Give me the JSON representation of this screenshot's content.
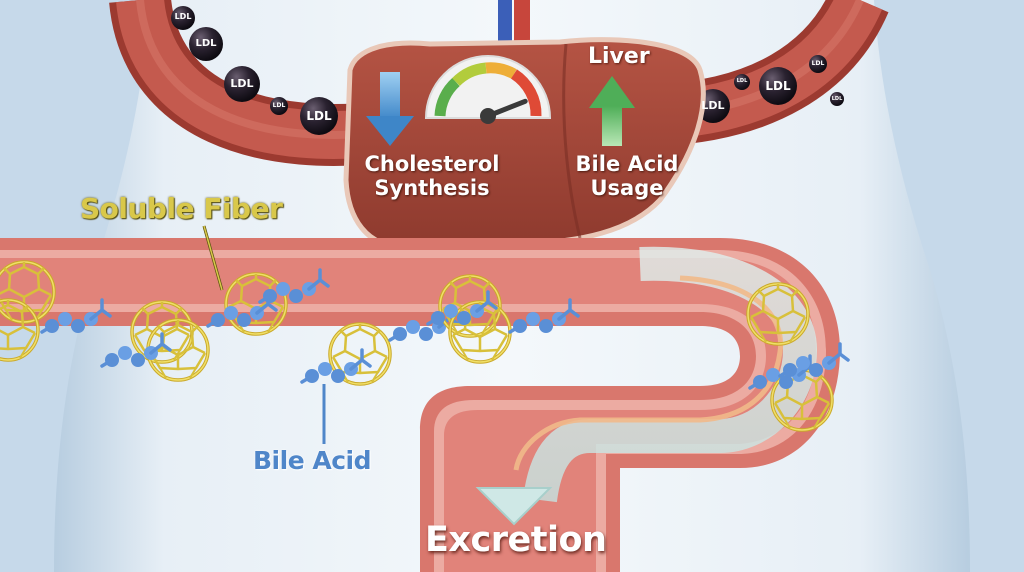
{
  "labels": {
    "liver": "Liver",
    "cholesterol_line1": "Cholesterol",
    "cholesterol_line2": "Synthesis",
    "bile_usage_line1": "Bile Acid",
    "bile_usage_line2": "Usage",
    "soluble_fiber": "Soluble Fiber",
    "bile_acid": "Bile Acid",
    "excretion": "Excretion"
  },
  "ldl_particles": [
    "LDL",
    "LDL",
    "LDL",
    "LDL",
    "LDL",
    "LDL",
    "LDL",
    "LDL",
    "LDL",
    "LDL"
  ],
  "gauge": {
    "level_fraction": 0.88
  },
  "arrows": {
    "cholesterol_synthesis": "down",
    "bile_acid_usage": "up"
  },
  "colors": {
    "blood_vessel": "#b8463c",
    "liver": "#a8483a",
    "intestine": "#e1837a",
    "fiber": "#d4c03a",
    "bile_acid": "#5a8fd6",
    "down_arrow": "#3e86c8",
    "up_arrow": "#5ab562",
    "fiber_label": "#d9c84a",
    "bile_label": "#4f86c9"
  },
  "icons": [
    "down-arrow-icon",
    "up-arrow-icon",
    "gauge-icon",
    "fiber-cage-icon",
    "bile-acid-molecule-icon",
    "ldl-particle-icon"
  ]
}
